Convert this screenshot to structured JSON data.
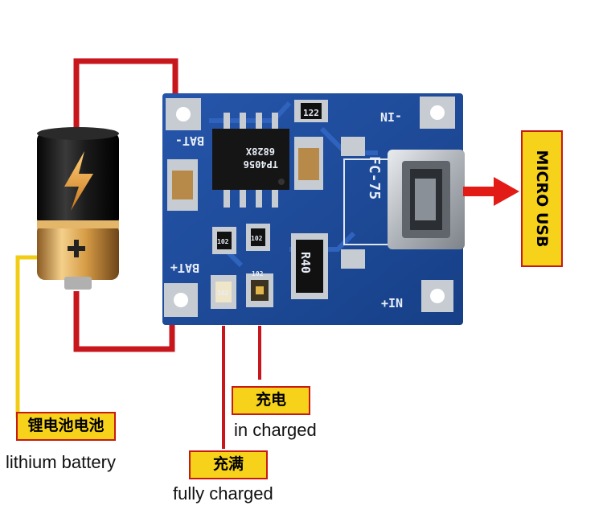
{
  "labels": {
    "micro_usb": "MICRO USB",
    "charging_cn": "充电",
    "charging_en": "in charged",
    "full_cn": "充满",
    "full_en": "fully charged",
    "battery_cn": "锂电池电池",
    "battery_en": "lithium battery"
  },
  "board": {
    "in_minus": "-IN",
    "in_plus": "+IN",
    "bat_minus": "BAT-",
    "bat_plus": "BAT+",
    "chip_line1": "TP4056",
    "chip_line2": "6828X",
    "connector": "FC-75",
    "resistor_top": "122",
    "resistor_main": "R40",
    "smd_a": "102",
    "smd_b": "102",
    "smd_c": "102",
    "smd_d": "102"
  },
  "colors": {
    "wire_red": "#c8161d",
    "wire_yellow": "#f2cd16",
    "pcb_blue": "#1f4d9e",
    "tag_yellow": "#f7d21a"
  }
}
